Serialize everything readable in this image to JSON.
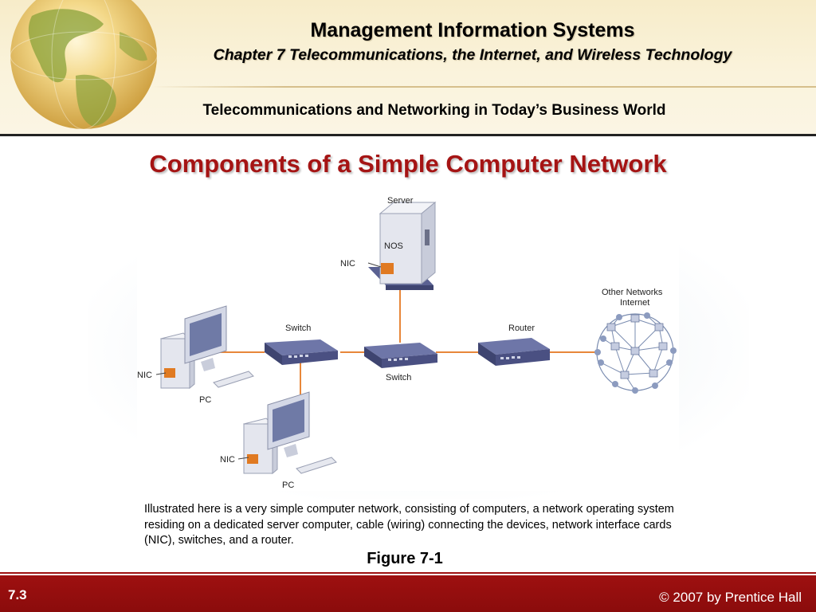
{
  "header": {
    "title": "Management Information Systems",
    "chapter": "Chapter 7 Telecommunications, the Internet, and Wireless Technology",
    "section": "Telecommunications and Networking in Today’s Business World"
  },
  "slide": {
    "title": "Components of a Simple Computer Network"
  },
  "diagram": {
    "labels": {
      "server": "Server",
      "nos": "NOS",
      "nic_server": "NIC",
      "switch_left": "Switch",
      "switch_center": "Switch",
      "router": "Router",
      "other_networks": "Other Networks",
      "internet": "Internet",
      "nic_pc1": "NIC",
      "pc1": "PC",
      "nic_pc2": "NIC",
      "pc2": "PC"
    },
    "colors": {
      "cable": "#e8873a",
      "device": "#5a6192",
      "nic": "#e07a22",
      "network_node": "#7a8cb0"
    }
  },
  "caption": "Illustrated here is a very simple computer network, consisting of computers, a network operating system residing on a dedicated server computer, cable (wiring) connecting the devices, network interface cards (NIC), switches, and a router.",
  "figure_label": "Figure 7-1",
  "footer": {
    "slide_number": "7.3",
    "copyright": "© 2007 by Prentice Hall"
  }
}
